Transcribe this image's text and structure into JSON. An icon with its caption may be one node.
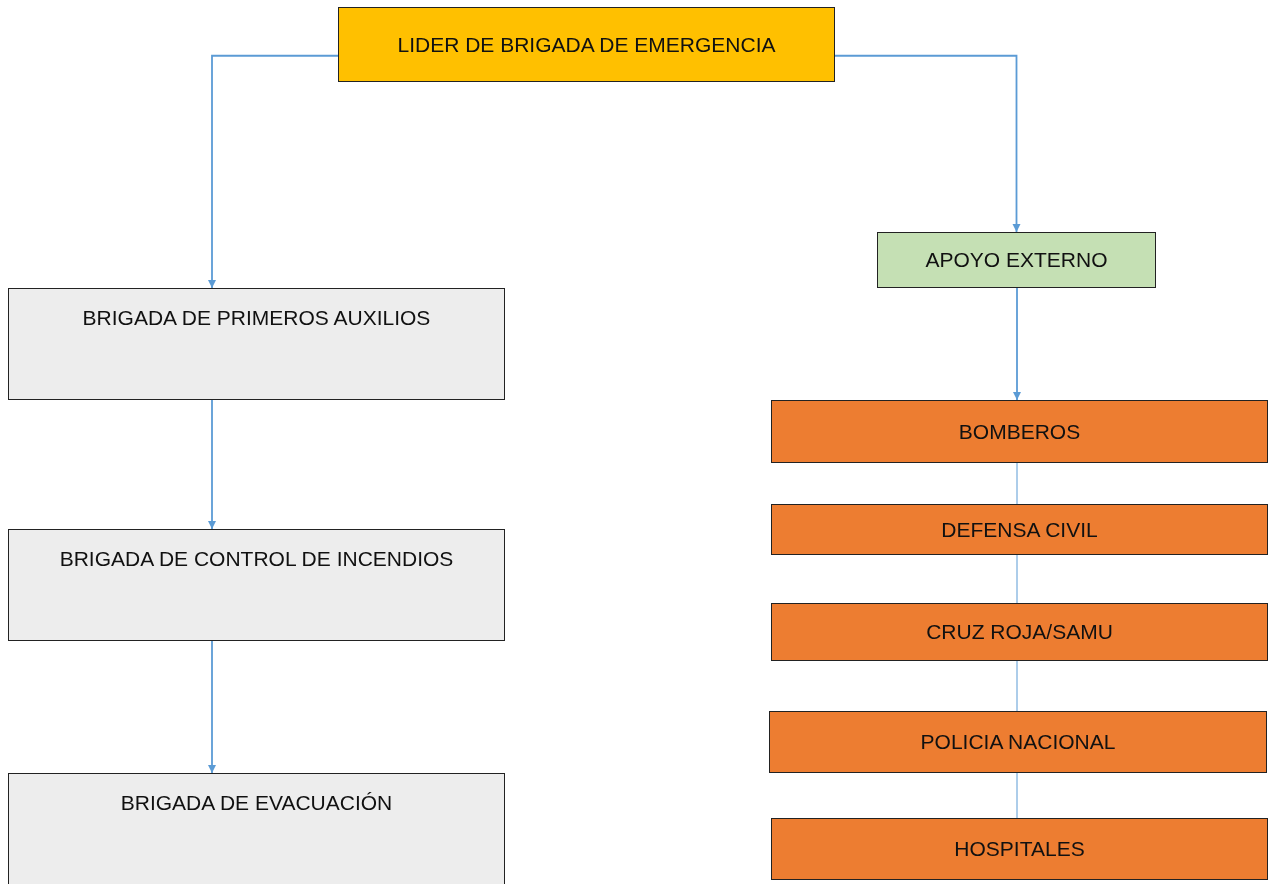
{
  "diagram": {
    "nodes": [
      {
        "text": [
          "LIDER DE BRIGADA DE EMERGENCIA"
        ]
      },
      {
        "text": [
          "BRIGADA DE PRIMEROS AUXILIOS"
        ]
      },
      {
        "text": [
          "BRIGADA DE CONTROL DE INCENDIOS"
        ]
      },
      {
        "text": [
          "BRIGADA DE EVACUACIÓN"
        ]
      },
      {
        "text": [
          "APOYO EXTERNO"
        ]
      },
      {
        "text": [
          "BOMBEROS"
        ]
      },
      {
        "text": [
          "DEFENSA CIVIL"
        ]
      },
      {
        "text": [
          "CRUZ ROJA/SAMU"
        ]
      },
      {
        "text": [
          "POLICIA NACIONAL"
        ]
      },
      {
        "text": [
          "HOSPITALES"
        ]
      }
    ],
    "edges": [
      {
        "from": 0,
        "to": 1,
        "arrow": "to"
      },
      {
        "from": 0,
        "to": 4,
        "arrow": "to"
      },
      {
        "from": 1,
        "to": 2,
        "arrow": "to"
      },
      {
        "from": 2,
        "to": 3,
        "arrow": "to"
      },
      {
        "from": 4,
        "to": 5,
        "arrow": "to"
      },
      {
        "from": 5,
        "to": 6,
        "arrow": "none"
      },
      {
        "from": 6,
        "to": 7,
        "arrow": "none"
      },
      {
        "from": 7,
        "to": 8,
        "arrow": "none"
      },
      {
        "from": 8,
        "to": 9,
        "arrow": "none"
      }
    ]
  }
}
